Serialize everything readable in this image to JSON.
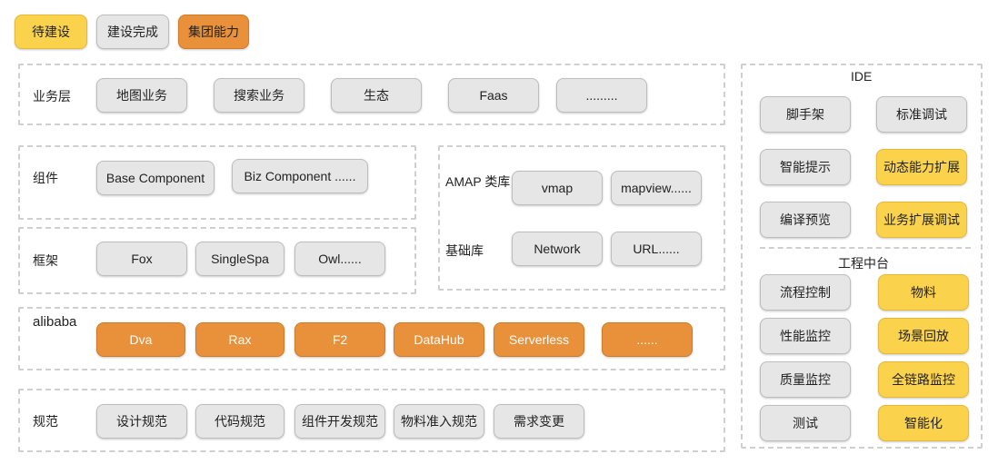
{
  "legend": {
    "pending": "待建设",
    "done": "建设完成",
    "group": "集团能力"
  },
  "business": {
    "label": "业务层",
    "items": [
      "地图业务",
      "搜索业务",
      "生态",
      "Faas",
      "........."
    ]
  },
  "components": {
    "label": "组件",
    "items": [
      "Base Component",
      "Biz Component ......"
    ]
  },
  "framework": {
    "label": "框架",
    "items": [
      "Fox",
      "SingleSpa",
      "Owl......"
    ]
  },
  "amap": {
    "label": "AMAP 类库",
    "items": [
      "vmap",
      "mapview......"
    ]
  },
  "base_lib": {
    "label": "基础库",
    "items": [
      "Network",
      "URL......"
    ]
  },
  "alibaba": {
    "label": "alibaba",
    "items": [
      "Dva",
      "Rax",
      "F2",
      "DataHub",
      "Serverless",
      "......"
    ]
  },
  "standards": {
    "label": "规范",
    "items": [
      "设计规范",
      "代码规范",
      "组件开发规范",
      "物料准入规范",
      "需求变更"
    ]
  },
  "ide": {
    "title": "IDE",
    "left": [
      "脚手架",
      "智能提示",
      "编译预览"
    ],
    "right": [
      "标准调试",
      "动态能力扩展",
      "业务扩展调试"
    ]
  },
  "platform": {
    "title": "工程中台",
    "left": [
      "流程控制",
      "性能监控",
      "质量监控",
      "测试"
    ],
    "right": [
      "物料",
      "场景回放",
      "全链路监控",
      "智能化"
    ]
  },
  "colors": {
    "pending": "#fbd24c",
    "done": "#e6e6e6",
    "group": "#e8913a"
  }
}
